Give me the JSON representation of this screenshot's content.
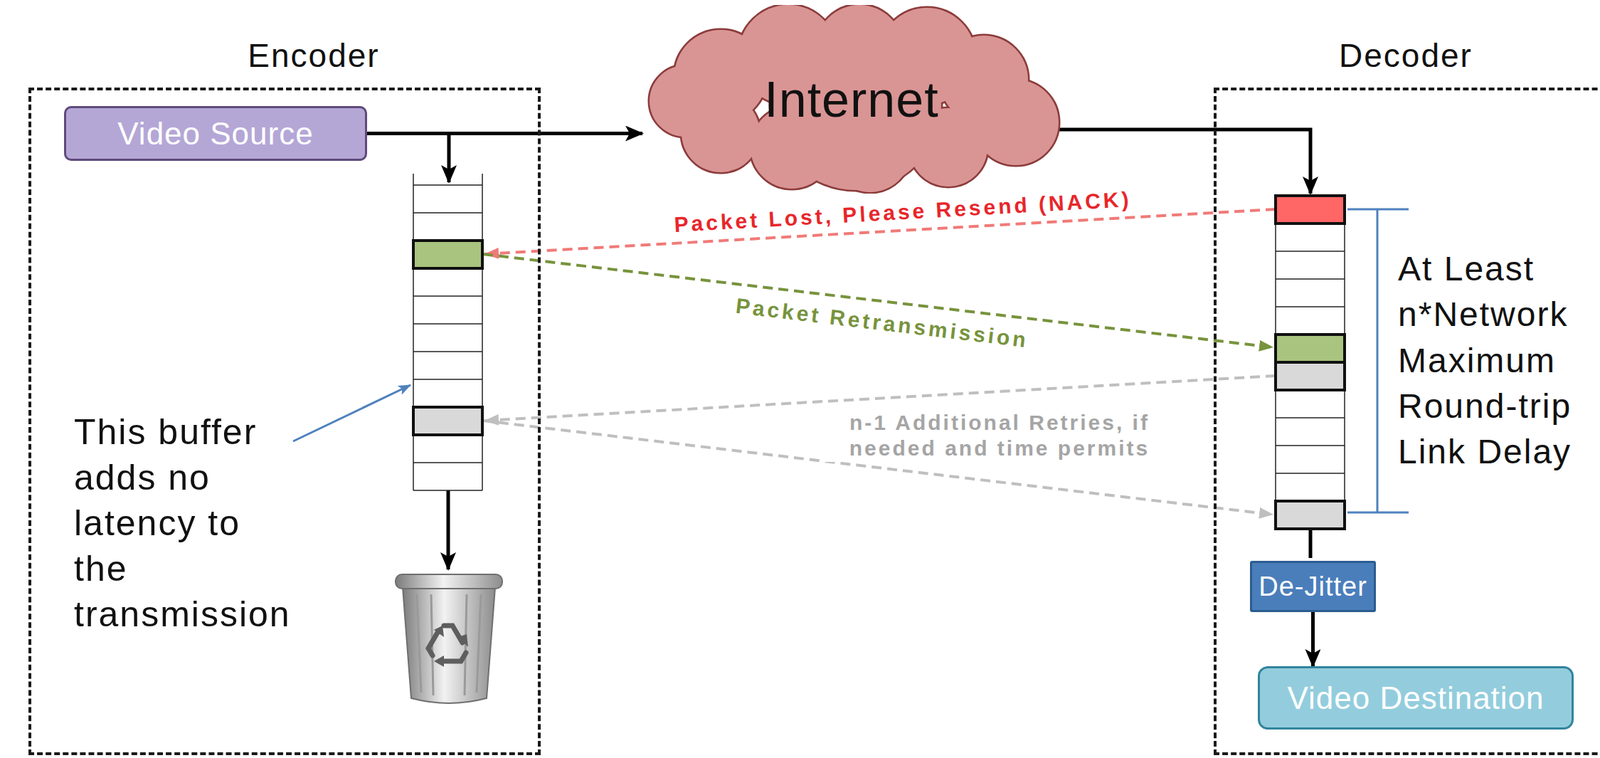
{
  "diagram": {
    "nodes": [
      {
        "text": [
          "Encoder"
        ]
      },
      {
        "text": [
          "Video Source"
        ],
        "in": 0
      },
      {
        "text": [
          "Internet"
        ]
      },
      {
        "text": [
          "Decoder"
        ]
      },
      {
        "text": [
          "De-Jitter"
        ],
        "in": 3
      },
      {
        "text": [
          "Video Destination"
        ],
        "in": 3
      }
    ],
    "edges": [
      {
        "from": 1,
        "to": 2,
        "arrow": "to"
      },
      {
        "from": 2,
        "to": 3,
        "arrow": "to"
      },
      {
        "from": 4,
        "to": 5,
        "arrow": "to"
      }
    ],
    "labels": [
      "Packet Lost, Please Resend (NACK)",
      "Packet Retransmission",
      "n-1 Additional Retries, if needed and time permits",
      "At Least n*Network Maximum Round-trip Link Delay",
      "This buffer adds no latency to the transmission"
    ]
  }
}
